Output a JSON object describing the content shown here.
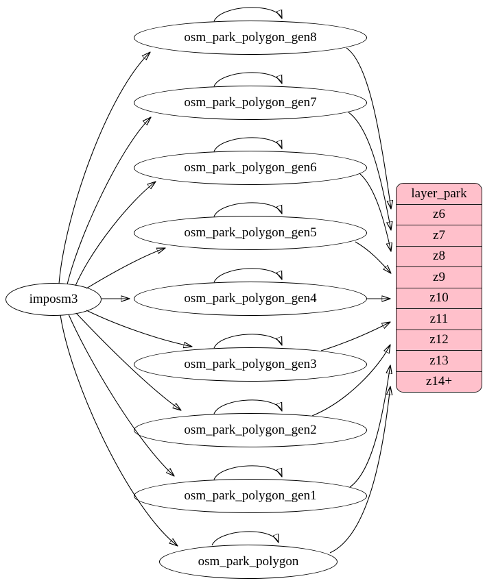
{
  "diagram": {
    "source": {
      "label": "imposm3"
    },
    "tables": [
      "osm_park_polygon_gen8",
      "osm_park_polygon_gen7",
      "osm_park_polygon_gen6",
      "osm_park_polygon_gen5",
      "osm_park_polygon_gen4",
      "osm_park_polygon_gen3",
      "osm_park_polygon_gen2",
      "osm_park_polygon_gen1",
      "osm_park_polygon"
    ],
    "layer": {
      "title": "layer_park",
      "rows": [
        "z6",
        "z7",
        "z8",
        "z9",
        "z10",
        "z11",
        "z12",
        "z13",
        "z14+"
      ]
    },
    "edges": {
      "from_source": [
        {
          "from": "imposm3",
          "to": "osm_park_polygon_gen8"
        },
        {
          "from": "imposm3",
          "to": "osm_park_polygon_gen7"
        },
        {
          "from": "imposm3",
          "to": "osm_park_polygon_gen6"
        },
        {
          "from": "imposm3",
          "to": "osm_park_polygon_gen5"
        },
        {
          "from": "imposm3",
          "to": "osm_park_polygon_gen4"
        },
        {
          "from": "imposm3",
          "to": "osm_park_polygon_gen3"
        },
        {
          "from": "imposm3",
          "to": "osm_park_polygon_gen2"
        },
        {
          "from": "imposm3",
          "to": "osm_park_polygon_gen1"
        },
        {
          "from": "imposm3",
          "to": "osm_park_polygon"
        }
      ],
      "self_loops": [
        "osm_park_polygon_gen8",
        "osm_park_polygon_gen7",
        "osm_park_polygon_gen6",
        "osm_park_polygon_gen5",
        "osm_park_polygon_gen4",
        "osm_park_polygon_gen3",
        "osm_park_polygon_gen2",
        "osm_park_polygon_gen1",
        "osm_park_polygon"
      ],
      "to_layer": [
        {
          "from": "osm_park_polygon_gen8",
          "to": "z6"
        },
        {
          "from": "osm_park_polygon_gen7",
          "to": "z7"
        },
        {
          "from": "osm_park_polygon_gen6",
          "to": "z8"
        },
        {
          "from": "osm_park_polygon_gen5",
          "to": "z9"
        },
        {
          "from": "osm_park_polygon_gen4",
          "to": "z10"
        },
        {
          "from": "osm_park_polygon_gen3",
          "to": "z11"
        },
        {
          "from": "osm_park_polygon_gen2",
          "to": "z12"
        },
        {
          "from": "osm_park_polygon_gen1",
          "to": "z13"
        },
        {
          "from": "osm_park_polygon",
          "to": "z14+"
        }
      ]
    },
    "colors": {
      "layer_fill": "#ffc0cb",
      "node_fill": "#ffffff",
      "stroke": "#000000",
      "background": "#ffffff"
    }
  }
}
